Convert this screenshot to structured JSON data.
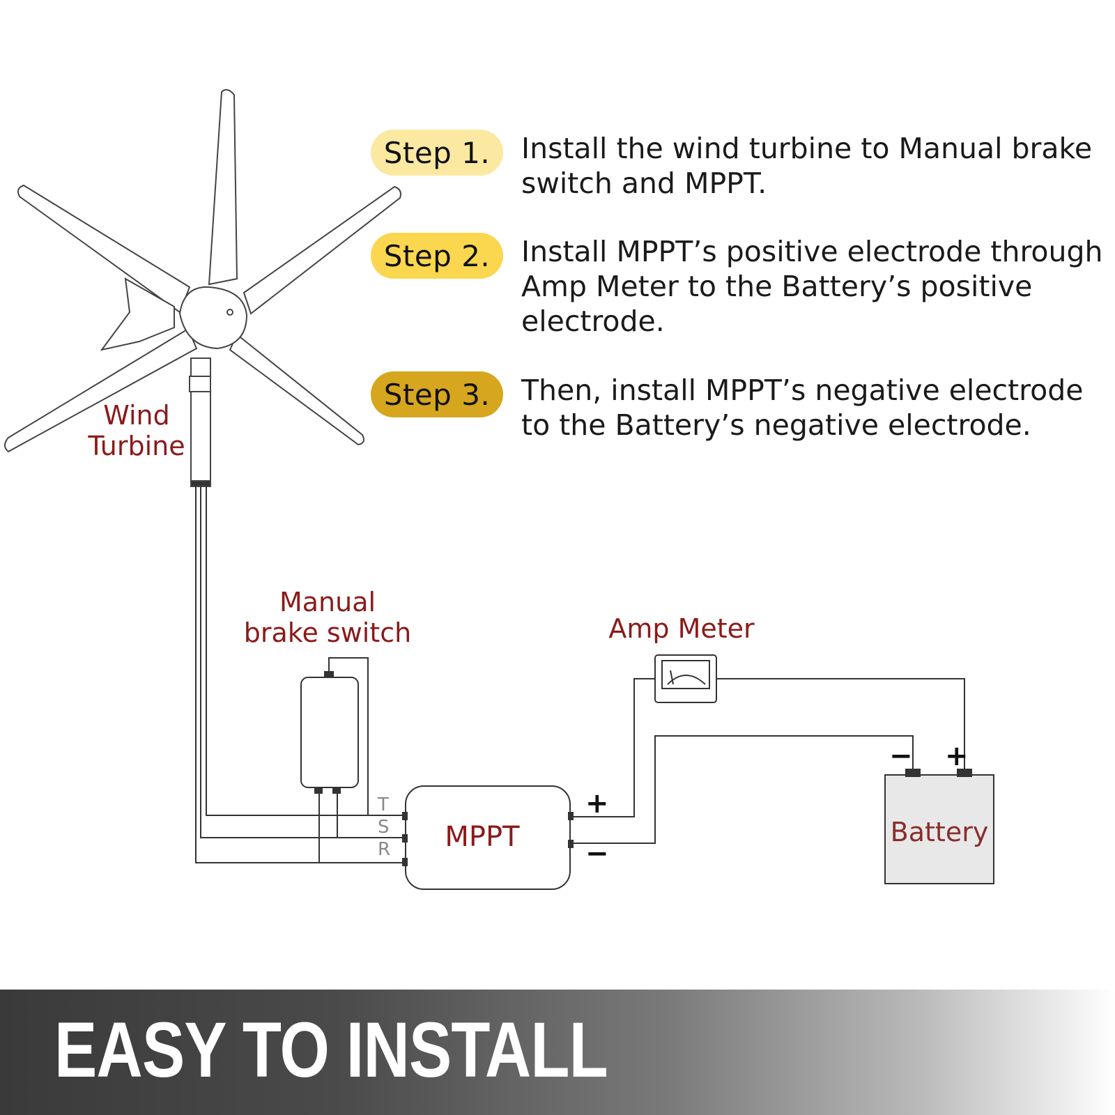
{
  "steps": [
    {
      "label": "Step 1.",
      "lines": [
        "Install the wind turbine to Manual brake",
        "switch and MPPT."
      ],
      "color": "#fbe9a1"
    },
    {
      "label": "Step 2.",
      "lines": [
        "Install MPPT’s positive electrode through",
        "Amp Meter to the Battery’s positive",
        "electrode."
      ],
      "color": "#fbd74f"
    },
    {
      "label": "Step 3.",
      "lines": [
        "Then, install MPPT’s negative electrode",
        "to the Battery’s negative electrode."
      ],
      "color": "#d6a71e"
    }
  ],
  "labels": {
    "wind_turbine": [
      "Wind",
      "Turbine"
    ],
    "manual_brake": [
      "Manual",
      "brake switch"
    ],
    "amp_meter": "Amp Meter",
    "mppt": "MPPT",
    "battery": "Battery",
    "terminals": [
      "T",
      "S",
      "R"
    ],
    "plus": "+",
    "minus": "−"
  },
  "banner": {
    "title": "EASY TO INSTALL"
  },
  "colors": {
    "label_red": "#8b1a1a",
    "line": "#333333",
    "battery_fill": "#e8e8e8"
  }
}
